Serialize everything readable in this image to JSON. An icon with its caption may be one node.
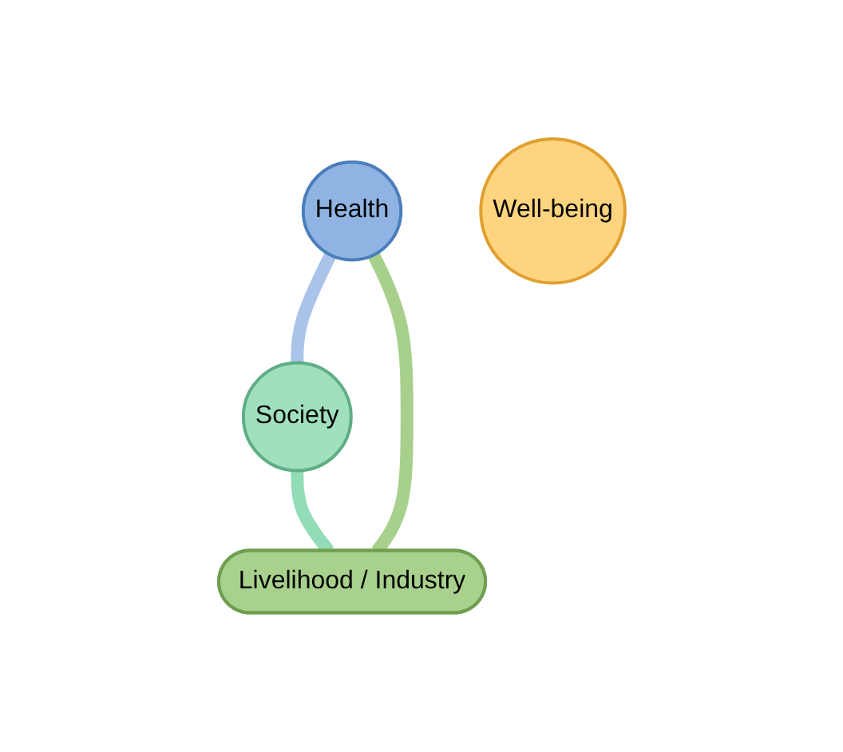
{
  "diagram": {
    "nodes": [
      {
        "text": [
          "Health"
        ]
      },
      {
        "text": [
          "Well-being"
        ]
      },
      {
        "text": [
          "Livelihood / Industry"
        ]
      },
      {
        "text": [
          "Society"
        ]
      }
    ],
    "edges": [
      {
        "from": 0,
        "to": 3,
        "arrow": "none",
        "color": "#a9c4e8"
      },
      {
        "from": 3,
        "to": 2,
        "arrow": "none",
        "color": "#93dcb8"
      },
      {
        "from": 2,
        "to": 0,
        "arrow": "none",
        "color": "#a8d08d"
      }
    ]
  }
}
